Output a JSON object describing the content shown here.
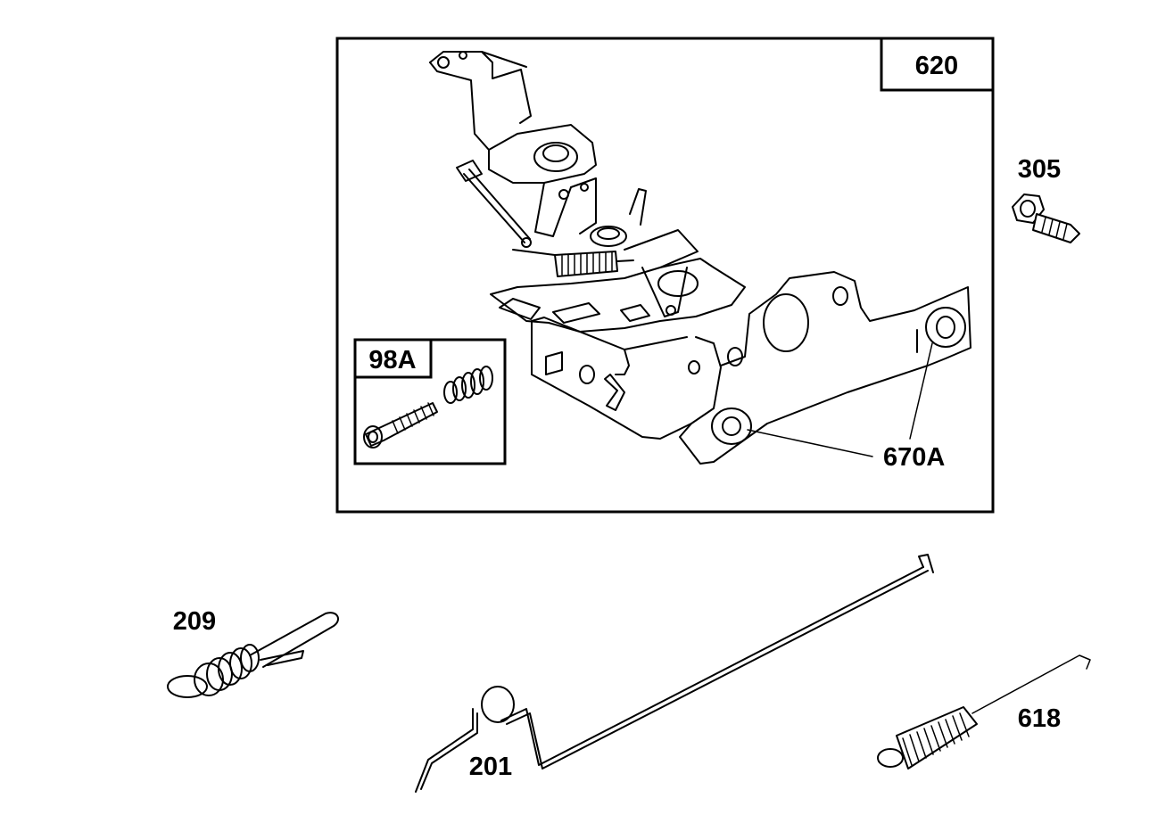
{
  "labels": {
    "kit_620": "620",
    "kit_98a": "98A",
    "part_305": "305",
    "part_670a": "670A",
    "part_209": "209",
    "part_201": "201",
    "part_618": "618"
  }
}
